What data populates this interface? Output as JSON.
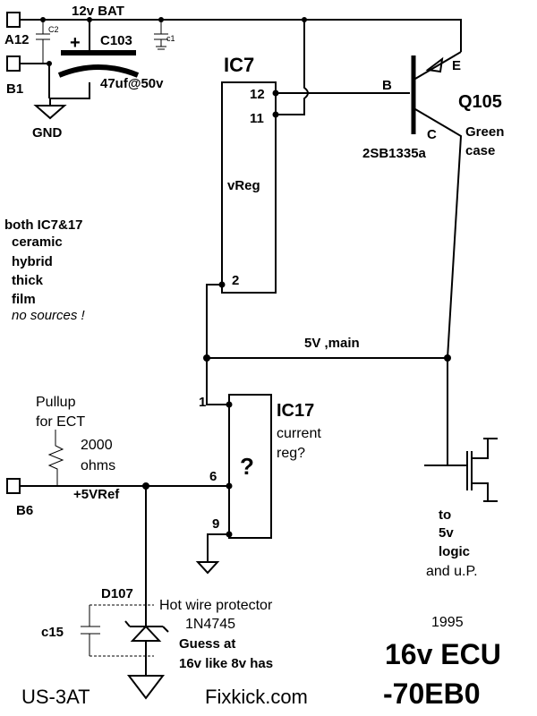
{
  "supply": {
    "label": "12v BAT"
  },
  "terminals": {
    "a12": "A12",
    "b1": "B1",
    "b6": "B6"
  },
  "ground": {
    "label": "GND"
  },
  "caps": {
    "c2": "C2",
    "c1": "c1",
    "c103": "C103",
    "c103_value": "47uf@50v",
    "c15": "c15"
  },
  "ic7": {
    "name": "IC7",
    "func": "vReg",
    "pin12": "12",
    "pin11": "11",
    "pin2": "2"
  },
  "ic17": {
    "name": "IC17",
    "func_line1": "current",
    "func_line2": "reg?",
    "unknown": "?",
    "pin1": "1",
    "pin6": "6",
    "pin9": "9"
  },
  "transistor": {
    "name": "Q105",
    "part": "2SB1335a",
    "case_line1": "Green",
    "case_line2": "case",
    "base": "B",
    "emitter": "E",
    "collector": "C"
  },
  "notes": {
    "hybrid": [
      "both IC7&17",
      "ceramic",
      "hybrid",
      "thick",
      "film"
    ],
    "no_sources": "no sources !"
  },
  "rail": {
    "label": "5V ,main"
  },
  "pullup": {
    "line1": "Pullup",
    "line2": "for ECT",
    "value1": "2000",
    "value2": "ohms"
  },
  "vref": {
    "label": "+5VRef"
  },
  "logic": [
    "to",
    "5v",
    "logic",
    "and u.P."
  ],
  "diode": {
    "ref": "D107",
    "desc": "Hot wire protector",
    "part": "1N4745",
    "guess1": "Guess at",
    "guess2": "16v like 8v has"
  },
  "footer": {
    "year": "1995",
    "title1": "16v ECU",
    "title2": "-70EB0",
    "site": "Fixkick.com",
    "model": "US-3AT"
  }
}
